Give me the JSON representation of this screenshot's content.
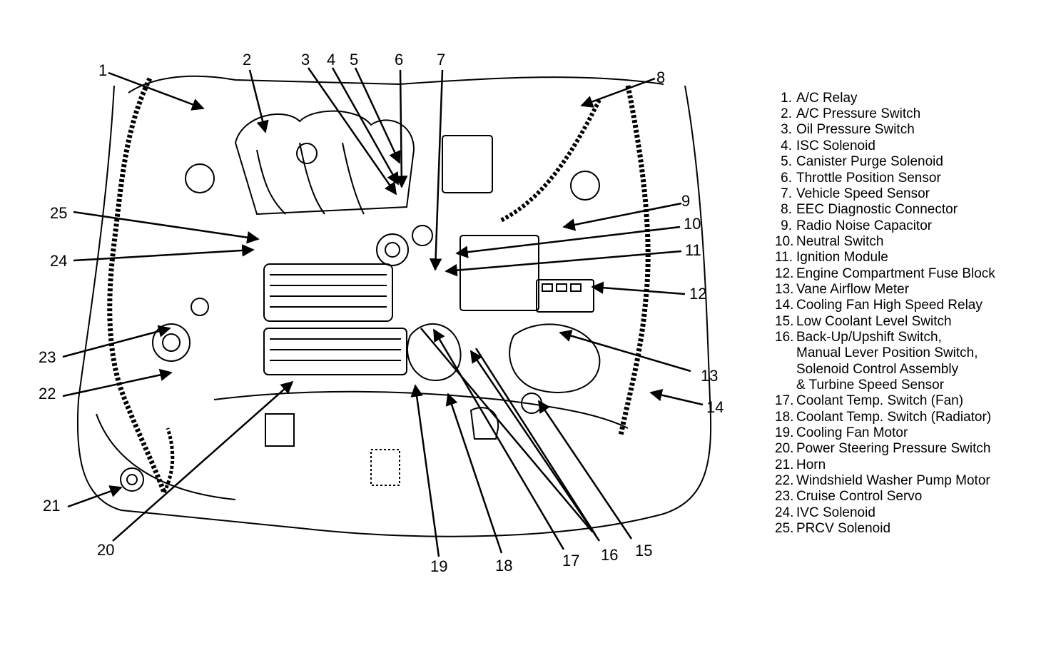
{
  "callouts": [
    "1",
    "2",
    "3",
    "4",
    "5",
    "6",
    "7",
    "8",
    "9",
    "10",
    "11",
    "12",
    "13",
    "14",
    "15",
    "16",
    "17",
    "18",
    "19",
    "20",
    "21",
    "22",
    "23",
    "24",
    "25"
  ],
  "legend": [
    {
      "num": "1.",
      "text": "A/C Relay"
    },
    {
      "num": "2.",
      "text": "A/C Pressure Switch"
    },
    {
      "num": "3.",
      "text": "Oil Pressure Switch"
    },
    {
      "num": "4.",
      "text": "ISC Solenoid"
    },
    {
      "num": "5.",
      "text": "Canister Purge Solenoid"
    },
    {
      "num": "6.",
      "text": "Throttle Position Sensor"
    },
    {
      "num": "7.",
      "text": "Vehicle Speed Sensor"
    },
    {
      "num": "8.",
      "text": "EEC Diagnostic Connector"
    },
    {
      "num": "9.",
      "text": "Radio Noise Capacitor"
    },
    {
      "num": "10.",
      "text": "Neutral Switch"
    },
    {
      "num": "11.",
      "text": "Ignition Module"
    },
    {
      "num": "12.",
      "text": "Engine Compartment Fuse Block"
    },
    {
      "num": "13.",
      "text": "Vane Airflow Meter"
    },
    {
      "num": "14.",
      "text": "Cooling Fan High Speed Relay"
    },
    {
      "num": "15.",
      "text": "Low Coolant Level Switch"
    },
    {
      "num": "16.",
      "text": "Back-Up/Upshift Switch,"
    },
    {
      "num": "",
      "text": "Manual Lever Position Switch,"
    },
    {
      "num": "",
      "text": "Solenoid Control Assembly"
    },
    {
      "num": "",
      "text": "& Turbine Speed Sensor"
    },
    {
      "num": "17.",
      "text": "Coolant Temp. Switch (Fan)"
    },
    {
      "num": "18.",
      "text": "Coolant Temp. Switch (Radiator)"
    },
    {
      "num": "19.",
      "text": "Cooling Fan Motor"
    },
    {
      "num": "20.",
      "text": "Power Steering Pressure Switch"
    },
    {
      "num": "21.",
      "text": "Horn"
    },
    {
      "num": "22.",
      "text": "Windshield Washer Pump Motor"
    },
    {
      "num": "23.",
      "text": "Cruise Control Servo"
    },
    {
      "num": "24.",
      "text": "IVC Solenoid"
    },
    {
      "num": "25.",
      "text": "PRCV Solenoid"
    }
  ]
}
